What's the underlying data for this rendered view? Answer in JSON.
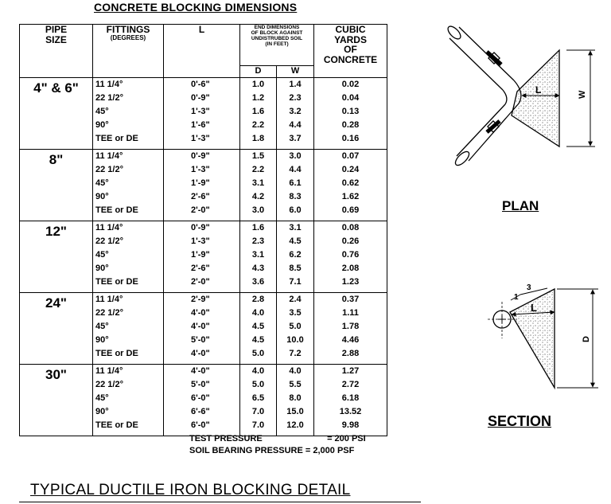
{
  "title": "CONCRETE BLOCKING DIMENSIONS",
  "headers": {
    "pipe_size": [
      "PIPE",
      "SIZE"
    ],
    "fittings": "FITTINGS",
    "fittings_sub": "(DEGREES)",
    "l": "L",
    "end_dims": [
      "END DIMENSIONS",
      "OF BLOCK AGAINST",
      "UNDISTRUBED SOIL",
      "(IN FEET)"
    ],
    "d": "D",
    "w": "W",
    "cubic": [
      "CUBIC",
      "YARDS",
      "OF",
      "CONCRETE"
    ]
  },
  "groups": [
    {
      "size": "4\" & 6\"",
      "rows": [
        {
          "fitting": "11 1/4°",
          "L": "0'-6\"",
          "D": "1.0",
          "W": "1.4",
          "CY": "0.02"
        },
        {
          "fitting": "22 1/2°",
          "L": "0'-9\"",
          "D": "1.2",
          "W": "2.3",
          "CY": "0.04"
        },
        {
          "fitting": "45°",
          "L": "1'-3\"",
          "D": "1.6",
          "W": "3.2",
          "CY": "0.13"
        },
        {
          "fitting": "90°",
          "L": "1'-6\"",
          "D": "2.2",
          "W": "4.4",
          "CY": "0.28"
        },
        {
          "fitting": "TEE or DE",
          "L": "1'-3\"",
          "D": "1.8",
          "W": "3.7",
          "CY": "0.16"
        }
      ]
    },
    {
      "size": "8\"",
      "rows": [
        {
          "fitting": "11 1/4°",
          "L": "0'-9\"",
          "D": "1.5",
          "W": "3.0",
          "CY": "0.07"
        },
        {
          "fitting": "22 1/2°",
          "L": "1'-3\"",
          "D": "2.2",
          "W": "4.4",
          "CY": "0.24"
        },
        {
          "fitting": "45°",
          "L": "1'-9\"",
          "D": "3.1",
          "W": "6.1",
          "CY": "0.62"
        },
        {
          "fitting": "90°",
          "L": "2'-6\"",
          "D": "4.2",
          "W": "8.3",
          "CY": "1.62"
        },
        {
          "fitting": "TEE or DE",
          "L": "2'-0\"",
          "D": "3.0",
          "W": "6.0",
          "CY": "0.69"
        }
      ]
    },
    {
      "size": "12\"",
      "rows": [
        {
          "fitting": "11 1/4°",
          "L": "0'-9\"",
          "D": "1.6",
          "W": "3.1",
          "CY": "0.08"
        },
        {
          "fitting": "22 1/2°",
          "L": "1'-3\"",
          "D": "2.3",
          "W": "4.5",
          "CY": "0.26"
        },
        {
          "fitting": "45°",
          "L": "1'-9\"",
          "D": "3.1",
          "W": "6.2",
          "CY": "0.76"
        },
        {
          "fitting": "90°",
          "L": "2'-6\"",
          "D": "4.3",
          "W": "8.5",
          "CY": "2.08"
        },
        {
          "fitting": "TEE or DE",
          "L": "2'-0\"",
          "D": "3.6",
          "W": "7.1",
          "CY": "1.23"
        }
      ]
    },
    {
      "size": "24\"",
      "rows": [
        {
          "fitting": "11 1/4°",
          "L": "2'-9\"",
          "D": "2.8",
          "W": "2.4",
          "CY": "0.37"
        },
        {
          "fitting": "22 1/2°",
          "L": "4'-0\"",
          "D": "4.0",
          "W": "3.5",
          "CY": "1.11"
        },
        {
          "fitting": "45°",
          "L": "4'-0\"",
          "D": "4.5",
          "W": "5.0",
          "CY": "1.78"
        },
        {
          "fitting": "90°",
          "L": "5'-0\"",
          "D": "4.5",
          "W": "10.0",
          "CY": "4.46"
        },
        {
          "fitting": "TEE or DE",
          "L": "4'-0\"",
          "D": "5.0",
          "W": "7.2",
          "CY": "2.88"
        }
      ]
    },
    {
      "size": "30\"",
      "rows": [
        {
          "fitting": "11 1/4°",
          "L": "4'-0\"",
          "D": "4.0",
          "W": "4.0",
          "CY": "1.27"
        },
        {
          "fitting": "22 1/2°",
          "L": "5'-0\"",
          "D": "5.0",
          "W": "5.5",
          "CY": "2.72"
        },
        {
          "fitting": "45°",
          "L": "6'-0\"",
          "D": "6.5",
          "W": "8.0",
          "CY": "6.18"
        },
        {
          "fitting": "90°",
          "L": "6'-6\"",
          "D": "7.0",
          "W": "15.0",
          "CY": "13.52"
        },
        {
          "fitting": "TEE or DE",
          "L": "6'-0\"",
          "D": "7.0",
          "W": "12.0",
          "CY": "9.98"
        }
      ]
    }
  ],
  "notes": {
    "test_pressure_label": "TEST PRESSURE",
    "test_pressure_value": "=  200 PSI",
    "soil_label": "SOIL BEARING PRESSURE",
    "soil_value": "= 2,000 PSF"
  },
  "bottom_title": "TYPICAL DUCTILE IRON BLOCKING DETAIL",
  "plan": {
    "label": "PLAN",
    "l_label": "L",
    "w_label": "W"
  },
  "section": {
    "label": "SECTION",
    "l_label": "L",
    "d_label": "D",
    "slope_rise": "1",
    "slope_run": "3"
  }
}
